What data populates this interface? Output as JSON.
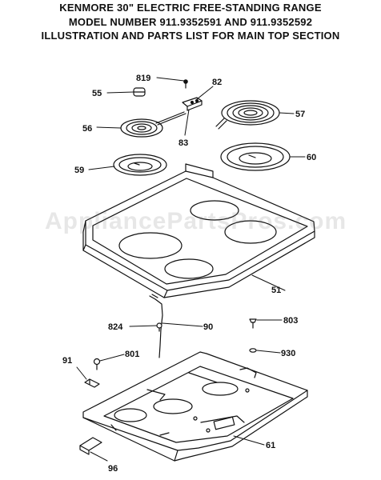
{
  "title": {
    "line1": "KENMORE 30\" ELECTRIC FREE-STANDING RANGE",
    "line2": "MODEL NUMBER 911.9352591 AND 911.9352592",
    "line3": "ILLUSTRATION AND PARTS LIST FOR MAIN TOP SECTION"
  },
  "watermark": "AppliancePartsPros.com",
  "labels": {
    "p819": "819",
    "p82": "82",
    "p55": "55",
    "p56": "56",
    "p83": "83",
    "p57": "57",
    "p59": "59",
    "p60": "60",
    "p51": "51",
    "p824": "824",
    "p90": "90",
    "p803": "803",
    "p91": "91",
    "p801": "801",
    "p930": "930",
    "p61": "61",
    "p96": "96"
  },
  "colors": {
    "line": "#111111",
    "watermark": "#787878"
  }
}
